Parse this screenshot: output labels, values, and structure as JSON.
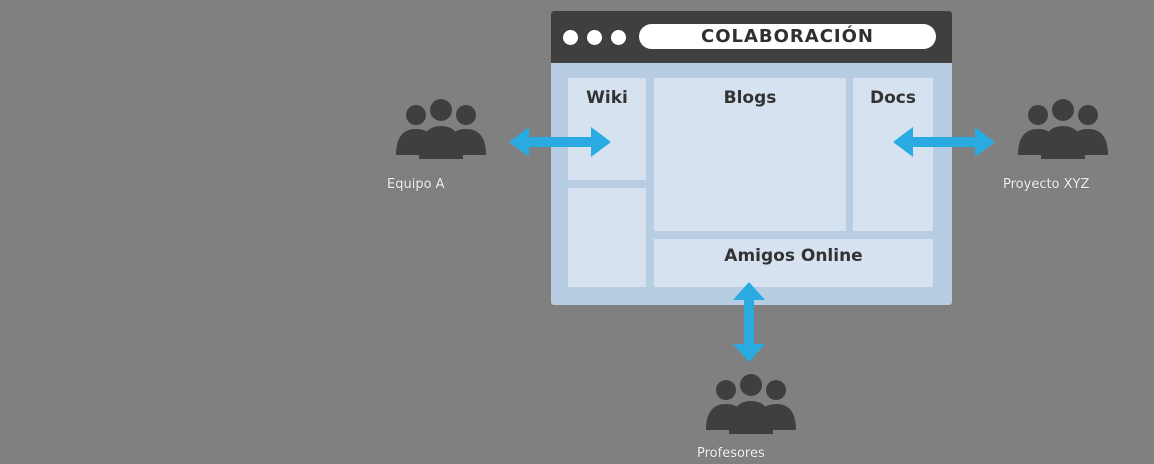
{
  "window": {
    "title": "COLABORACIÓN",
    "panels": {
      "wiki": "Wiki",
      "blogs": "Blogs",
      "docs": "Docs",
      "friends": "Amigos Online"
    }
  },
  "groups": {
    "left": "Equipo A",
    "right": "Proyecto XYZ",
    "bottom": "Profesores"
  },
  "colors": {
    "arrow": "#29abe2",
    "people": "#3f3f3f",
    "window_frame": "#b6cde2",
    "panel": "#d6e2ef",
    "titlebar": "#3f3f3f"
  }
}
